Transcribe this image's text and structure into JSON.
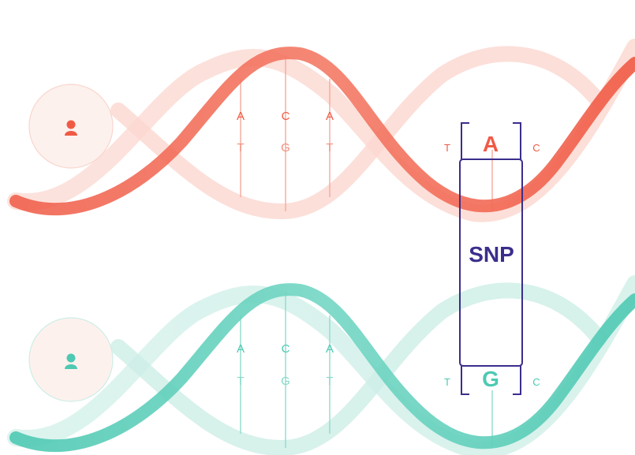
{
  "colors": {
    "red": "#f05a45",
    "red_light": "#f9c7bd",
    "red_pale": "#fde4de",
    "teal": "#4ec9b3",
    "teal_light": "#bde9df",
    "teal_pale": "#e2f6f1",
    "snp": "#3a2e8c",
    "avatar_fill": "#fdf1ee"
  },
  "icons": {
    "person_top": "person-icon",
    "person_bottom": "person-icon"
  },
  "top_strand": {
    "pairs": [
      {
        "upper": "A",
        "lower": "T"
      },
      {
        "upper": "C",
        "lower": "G"
      },
      {
        "upper": "A",
        "lower": "T"
      }
    ],
    "flank_left": "T",
    "variant": "A",
    "flank_right": "C"
  },
  "bottom_strand": {
    "pairs": [
      {
        "upper": "A",
        "lower": "T"
      },
      {
        "upper": "C",
        "lower": "G"
      },
      {
        "upper": "A",
        "lower": "T"
      }
    ],
    "flank_left": "T",
    "variant": "G",
    "flank_right": "C"
  },
  "snp_label": "SNP"
}
